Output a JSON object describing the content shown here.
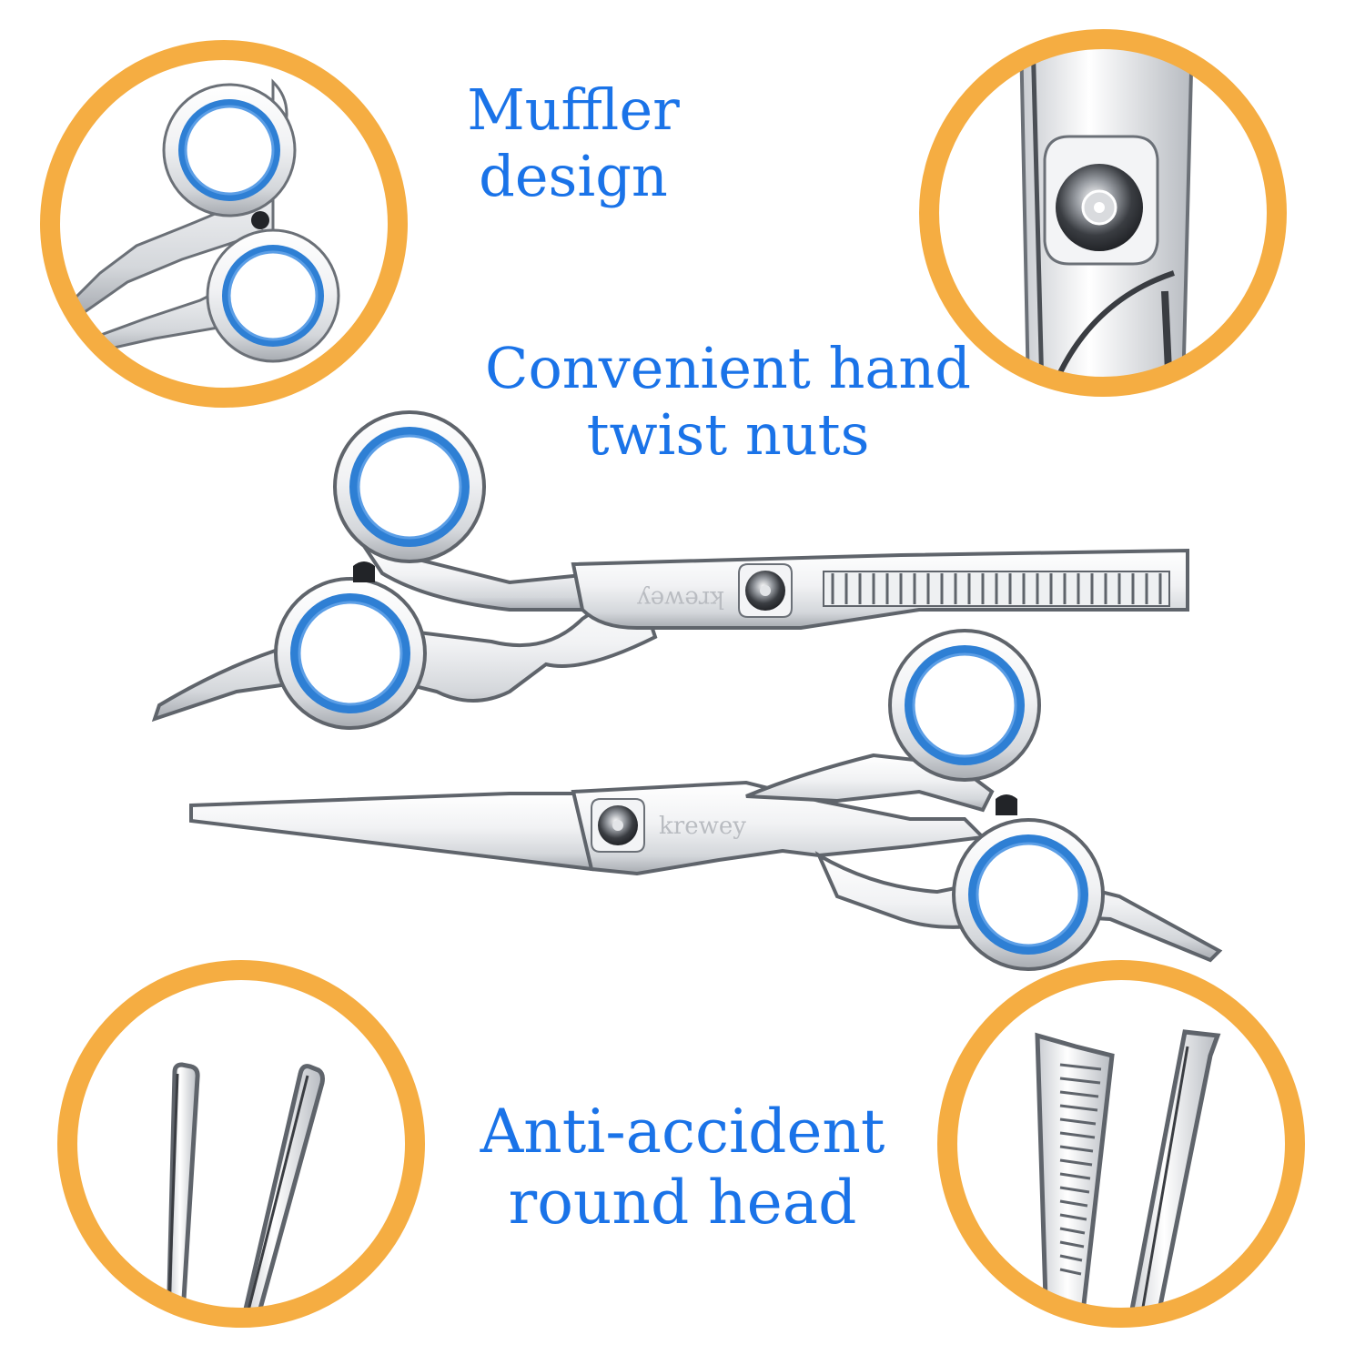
{
  "features": {
    "muffler": {
      "lines": [
        "Muffler design"
      ]
    },
    "nuts": {
      "lines": [
        "Convenient hand",
        "twist nuts"
      ]
    },
    "round_head": {
      "lines": [
        "Anti-accident",
        "round head"
      ]
    }
  },
  "brand": {
    "engraving": "krewey"
  },
  "colors": {
    "text": "#1a73e8",
    "ring": "#f5ad42",
    "grip": "#2e7fd4",
    "steel_light": "#f7f8fa",
    "steel_dark": "#8c9096",
    "outline": "#5f646b",
    "background": "#ffffff"
  },
  "icons": {
    "circle_top_left": "finger-rings-closeup-icon",
    "circle_top_right": "pivot-screw-closeup-icon",
    "circle_bottom_left": "round-tip-closeup-icon",
    "circle_bottom_right": "thinning-blade-closeup-icon",
    "scissors_top": "thinning-scissors-icon",
    "scissors_bottom": "cutting-scissors-icon"
  }
}
